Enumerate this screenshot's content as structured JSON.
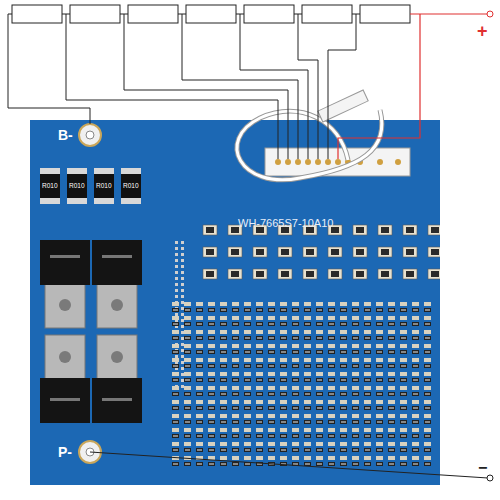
{
  "diagram": {
    "labels": [
      "B-",
      "P-",
      "+",
      "−",
      "WH-7665S7-10A10",
      "R010",
      "R010",
      "R010",
      "R010"
    ]
  }
}
